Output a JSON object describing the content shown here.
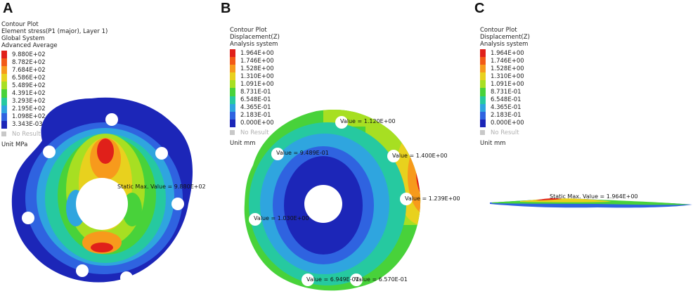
{
  "panels": [
    {
      "letter": "A",
      "title_lines": [
        "Contour Plot",
        "Element stress(P1 (major), Layer 1)",
        "Global System",
        "Advanced Average"
      ],
      "legend_values": [
        "9.880E+02",
        "8.782E+02",
        "7.684E+02",
        "6.586E+02",
        "5.489E+02",
        "4.391E+02",
        "3.293E+02",
        "2.195E+02",
        "1.098E+02",
        "3.343E-03"
      ],
      "no_result": "No Result",
      "unit": "Unit MPa",
      "annotations": [
        "Static Max. Value = 9.880E+02"
      ]
    },
    {
      "letter": "B",
      "title_lines": [
        "Contour Plot",
        "Displacement(Z)",
        "Analysis system"
      ],
      "legend_values": [
        "1.964E+00",
        "1.746E+00",
        "1.528E+00",
        "1.310E+00",
        "1.091E+00",
        "8.731E-01",
        "6.548E-01",
        "4.365E-01",
        "2.183E-01",
        "0.000E+00"
      ],
      "no_result": "No Result",
      "unit": "Unit mm",
      "annotations": [
        "Value = 1.120E+00",
        "Value = 9.489E-01",
        "Value = 1.400E+00",
        "Value = 1.239E+00",
        "Value = 1.030E+00",
        "Value = 6.949E-01",
        "Value = 6.570E-01"
      ]
    },
    {
      "letter": "C",
      "title_lines": [
        "Contour Plot",
        "Displacement(Z)",
        "Analysis system"
      ],
      "legend_values": [
        "1.964E+00",
        "1.746E+00",
        "1.528E+00",
        "1.310E+00",
        "1.091E+00",
        "8.731E-01",
        "6.548E-01",
        "4.365E-01",
        "2.183E-01",
        "0.000E+00"
      ],
      "no_result": "No Result",
      "unit": "Unit mm",
      "annotations": [
        "Static Max. Value = 1.964E+00"
      ]
    }
  ],
  "legend_colors": [
    "#e0201a",
    "#f25a17",
    "#f79a1c",
    "#e8d11e",
    "#a7df22",
    "#48d23a",
    "#26c9a0",
    "#2fa5df",
    "#2f63e0",
    "#1c26b8"
  ],
  "colors": {
    "plate_base": "#1c26b8",
    "background": "#ffffff"
  }
}
